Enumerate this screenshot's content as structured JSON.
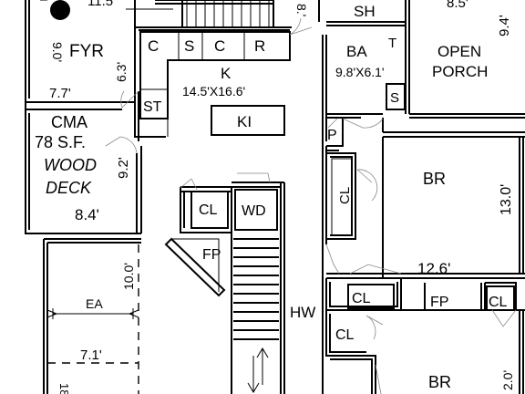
{
  "labels": {
    "dim_top": "11.5'",
    "fyr": "FYR",
    "fyr_dim_left": "9.0'",
    "fyr_dim_right": "6.3'",
    "fyr_width": "7.7'",
    "sh": "SH",
    "dim_8": "8.'",
    "porch_dim_top": "8.5'",
    "porch_dim_right": "9.4'",
    "open": "OPEN",
    "porch": "PORCH",
    "c1": "C",
    "s1": "S",
    "c2": "C",
    "r": "R",
    "k": "K",
    "k_dim": "14.5'X16.6'",
    "st": "ST",
    "ki": "KI",
    "ba": "BA",
    "ba_dim": "9.8'X6.1'",
    "t": "T",
    "s2": "S",
    "cma": "CMA",
    "cma_sf": "78 S.F.",
    "wood": "WOOD",
    "deck": "DECK",
    "deck_dim_right": "9.2'",
    "deck_dim_bottom": "8.4'",
    "p": "P",
    "cl_hall_v": "CL",
    "br1": "BR",
    "br1_dim_right": "13.0'",
    "br1_dim_bottom": "12.6'",
    "cl_stair1": "CL",
    "wd": "WD",
    "fp1": "FP",
    "ea_dim_right": "10.0'",
    "ea": "EA",
    "ea_width": "7.1'",
    "dim_18": "18",
    "hw": "HW",
    "cl_hw1": "CL",
    "fp2": "FP",
    "cl_right": "CL",
    "cl_hw2": "CL",
    "br2": "BR",
    "br2_dim_right": "2.0'"
  }
}
